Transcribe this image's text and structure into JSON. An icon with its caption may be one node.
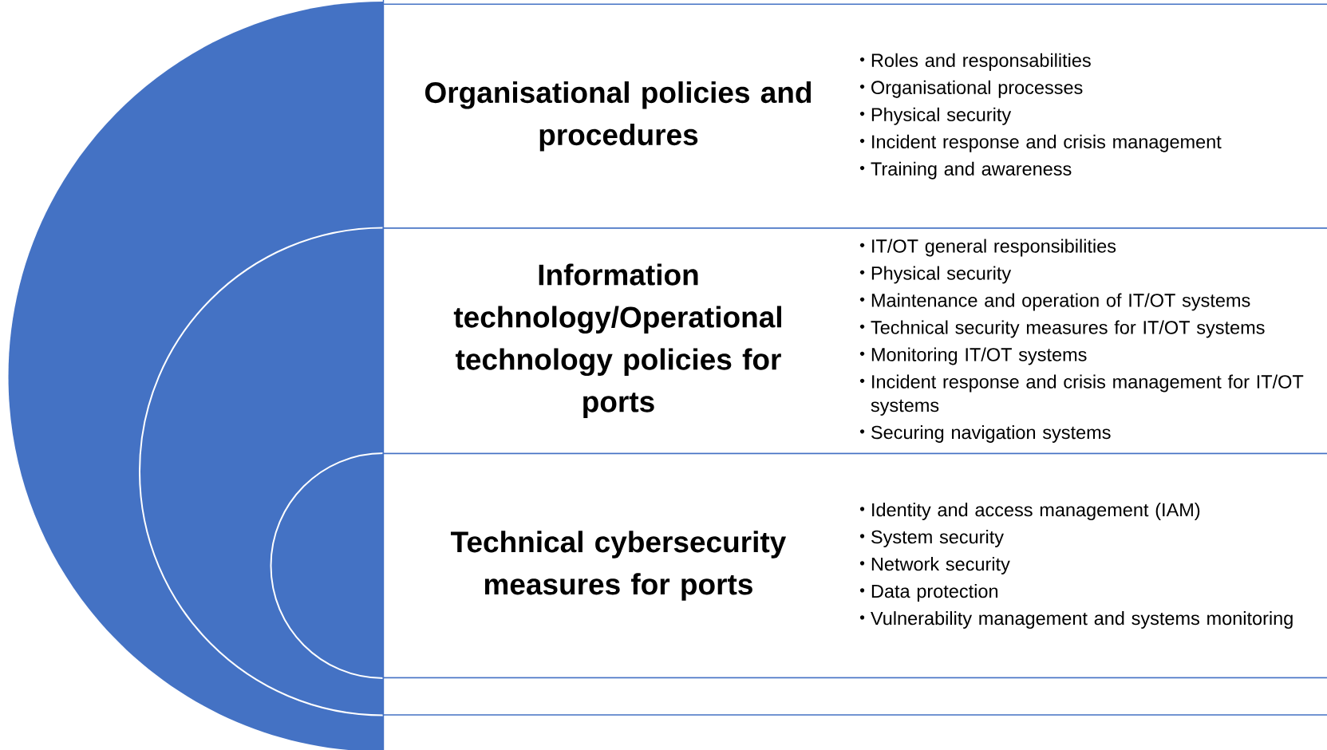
{
  "diagram": {
    "nodes": [
      {
        "text": [
          "Organisational policies and procedures",
          "Roles and responsabilities",
          "Organisational processes",
          "Physical security",
          "Incident response and crisis management",
          "Training and awareness"
        ]
      },
      {
        "text": [
          "Information technology/Operational technology policies for ports",
          "IT/OT general responsibilities",
          "Physical security",
          "Maintenance and operation of IT/OT systems",
          "Technical security measures for IT/OT systems",
          "Monitoring IT/OT systems",
          "Incident response and crisis management for IT/OT systems",
          "Securing navigation systems"
        ]
      },
      {
        "text": [
          "Technical cybersecurity measures for ports",
          "Identity and access management (IAM)",
          "System security",
          "Network security",
          "Data protection",
          "Vulnerability management and systems monitoring"
        ]
      },
      {
        "text": [],
        "shape": "box"
      }
    ]
  }
}
